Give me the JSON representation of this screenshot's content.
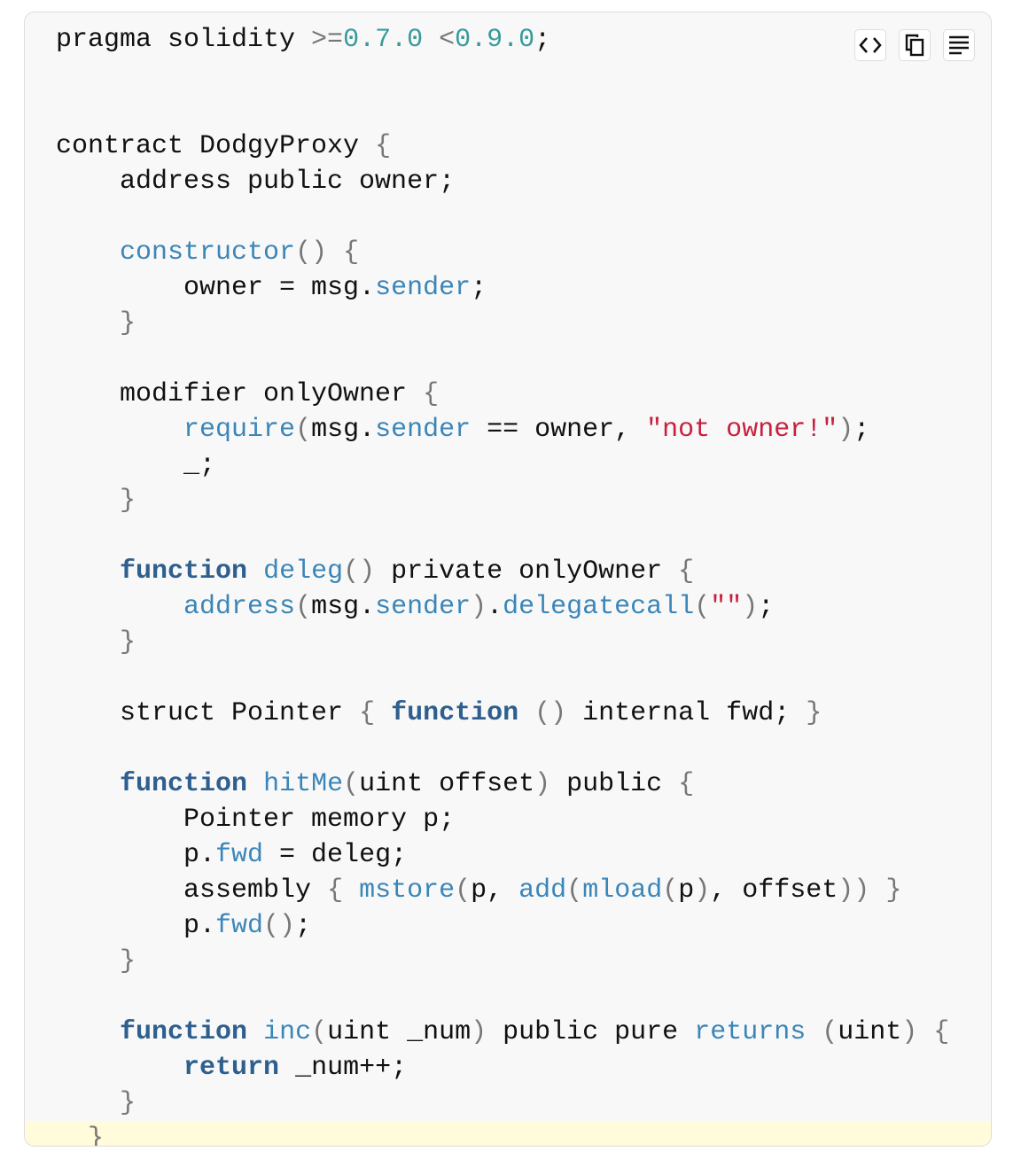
{
  "toolbar": {
    "icons": [
      "code-view-icon",
      "copy-icon",
      "wrap-lines-icon"
    ]
  },
  "colors": {
    "keyword": "#2e5f8e",
    "function": "#3b86b8",
    "number": "#3a9a9a",
    "string": "#c8203f",
    "punctuation": "#777777",
    "highlight": "#fffbdb"
  },
  "highlighted_line": 31,
  "lines": [
    [
      [
        "pragma solidity ",
        "t"
      ],
      [
        ">=",
        "p"
      ],
      [
        "0.7.0",
        "n"
      ],
      [
        " ",
        "t"
      ],
      [
        "<",
        "p"
      ],
      [
        "0.9.0",
        "n"
      ],
      [
        ";",
        "t"
      ]
    ],
    [],
    [],
    [
      [
        "contract DodgyProxy ",
        "t"
      ],
      [
        "{",
        "p"
      ]
    ],
    [
      [
        "    address public owner;",
        "t"
      ]
    ],
    [],
    [
      [
        "    ",
        "t"
      ],
      [
        "constructor",
        "f"
      ],
      [
        "() {",
        "p"
      ]
    ],
    [
      [
        "        owner = msg.",
        "t"
      ],
      [
        "sender",
        "f"
      ],
      [
        ";",
        "t"
      ]
    ],
    [
      [
        "    ",
        "t"
      ],
      [
        "}",
        "p"
      ]
    ],
    [],
    [
      [
        "    modifier onlyOwner ",
        "t"
      ],
      [
        "{",
        "p"
      ]
    ],
    [
      [
        "        ",
        "t"
      ],
      [
        "require",
        "f"
      ],
      [
        "(",
        "p"
      ],
      [
        "msg.",
        "t"
      ],
      [
        "sender",
        "f"
      ],
      [
        " == owner, ",
        "t"
      ],
      [
        "\"not owner!\"",
        "s"
      ],
      [
        ")",
        "p"
      ],
      [
        ";",
        "t"
      ]
    ],
    [
      [
        "        _;",
        "t"
      ]
    ],
    [
      [
        "    ",
        "t"
      ],
      [
        "}",
        "p"
      ]
    ],
    [],
    [
      [
        "    ",
        "t"
      ],
      [
        "function",
        "k"
      ],
      [
        " ",
        "t"
      ],
      [
        "deleg",
        "f"
      ],
      [
        "()",
        "p"
      ],
      [
        " private onlyOwner ",
        "t"
      ],
      [
        "{",
        "p"
      ]
    ],
    [
      [
        "        ",
        "t"
      ],
      [
        "address",
        "f"
      ],
      [
        "(",
        "p"
      ],
      [
        "msg.",
        "t"
      ],
      [
        "sender",
        "f"
      ],
      [
        ")",
        "p"
      ],
      [
        ".",
        "t"
      ],
      [
        "delegatecall",
        "f"
      ],
      [
        "(",
        "p"
      ],
      [
        "\"\"",
        "s"
      ],
      [
        ")",
        "p"
      ],
      [
        ";",
        "t"
      ]
    ],
    [
      [
        "    ",
        "t"
      ],
      [
        "}",
        "p"
      ]
    ],
    [],
    [
      [
        "    struct Pointer ",
        "t"
      ],
      [
        "{",
        "p"
      ],
      [
        " ",
        "t"
      ],
      [
        "function",
        "k"
      ],
      [
        " ",
        "t"
      ],
      [
        "()",
        "p"
      ],
      [
        " internal fwd; ",
        "t"
      ],
      [
        "}",
        "p"
      ]
    ],
    [],
    [
      [
        "    ",
        "t"
      ],
      [
        "function",
        "k"
      ],
      [
        " ",
        "t"
      ],
      [
        "hitMe",
        "f"
      ],
      [
        "(",
        "p"
      ],
      [
        "uint offset",
        "t"
      ],
      [
        ")",
        "p"
      ],
      [
        " public ",
        "t"
      ],
      [
        "{",
        "p"
      ]
    ],
    [
      [
        "        Pointer memory p;",
        "t"
      ]
    ],
    [
      [
        "        p.",
        "t"
      ],
      [
        "fwd",
        "f"
      ],
      [
        " = deleg;",
        "t"
      ]
    ],
    [
      [
        "        assembly ",
        "t"
      ],
      [
        "{",
        "p"
      ],
      [
        " ",
        "t"
      ],
      [
        "mstore",
        "f"
      ],
      [
        "(",
        "p"
      ],
      [
        "p, ",
        "t"
      ],
      [
        "add",
        "f"
      ],
      [
        "(",
        "p"
      ],
      [
        "mload",
        "f"
      ],
      [
        "(",
        "p"
      ],
      [
        "p",
        "t"
      ],
      [
        ")",
        "p"
      ],
      [
        ", offset",
        "t"
      ],
      [
        "))",
        "p"
      ],
      [
        " ",
        "t"
      ],
      [
        "}",
        "p"
      ]
    ],
    [
      [
        "        p.",
        "t"
      ],
      [
        "fwd",
        "f"
      ],
      [
        "()",
        "p"
      ],
      [
        ";",
        "t"
      ]
    ],
    [
      [
        "    ",
        "t"
      ],
      [
        "}",
        "p"
      ]
    ],
    [],
    [
      [
        "    ",
        "t"
      ],
      [
        "function",
        "k"
      ],
      [
        " ",
        "t"
      ],
      [
        "inc",
        "f"
      ],
      [
        "(",
        "p"
      ],
      [
        "uint _num",
        "t"
      ],
      [
        ")",
        "p"
      ],
      [
        " public pure ",
        "t"
      ],
      [
        "returns",
        "f"
      ],
      [
        " ",
        "t"
      ],
      [
        "(",
        "p"
      ],
      [
        "uint",
        "t"
      ],
      [
        ")",
        "p"
      ],
      [
        " ",
        "t"
      ],
      [
        "{",
        "p"
      ]
    ],
    [
      [
        "        ",
        "t"
      ],
      [
        "return",
        "k"
      ],
      [
        " _num++;",
        "t"
      ]
    ],
    [
      [
        "    ",
        "t"
      ],
      [
        "}",
        "p"
      ]
    ],
    [
      [
        "  ",
        "t"
      ],
      [
        "}",
        "p"
      ]
    ]
  ]
}
